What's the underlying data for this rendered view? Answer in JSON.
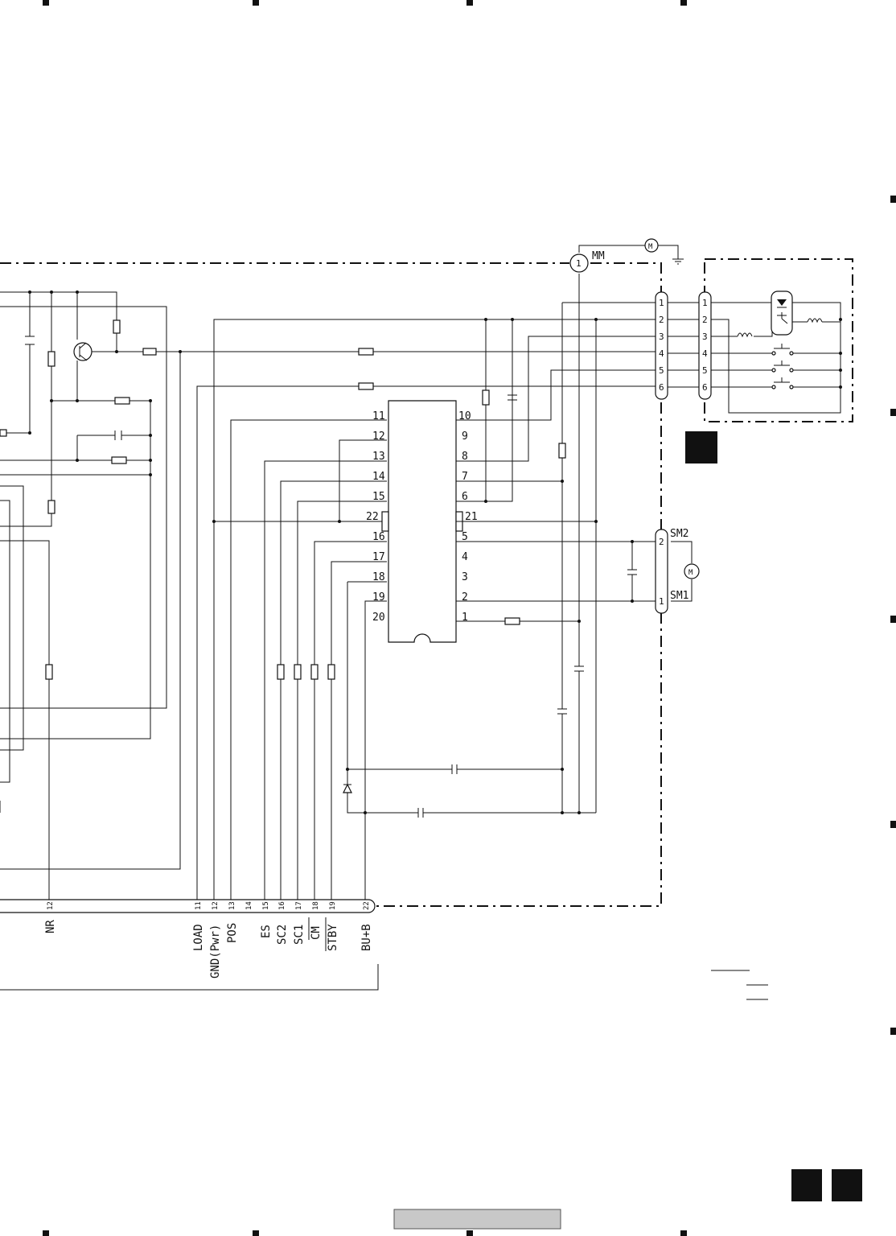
{
  "ic": {
    "left_pins": [
      "11",
      "12",
      "13",
      "14",
      "15",
      "22",
      "16",
      "17",
      "18",
      "19",
      "20"
    ],
    "right_pins": [
      "10",
      "9",
      "8",
      "7",
      "6",
      "21",
      "5",
      "4",
      "3",
      "2",
      "1"
    ]
  },
  "connector_cn1": {
    "pins": [
      "1",
      "2",
      "3",
      "4",
      "5",
      "6"
    ]
  },
  "connector_cn2": {
    "pins": [
      "1",
      "2",
      "3",
      "4",
      "5",
      "6"
    ]
  },
  "motor_mm": {
    "label": "MM",
    "pin": "1"
  },
  "motor_sm": {
    "top_label": "SM2",
    "bottom_label": "SM1",
    "top_pin": "2",
    "bottom_pin": "1"
  },
  "bottom_connector": {
    "signals": [
      {
        "pin": "12",
        "name": "NR"
      },
      {
        "pin": "11",
        "name": "LOAD"
      },
      {
        "pin": "12",
        "name": "GND(Pwr)"
      },
      {
        "pin": "13",
        "name": "POS"
      },
      {
        "pin": "14",
        "name": ""
      },
      {
        "pin": "15",
        "name": "ES"
      },
      {
        "pin": "16",
        "name": "SC2"
      },
      {
        "pin": "17",
        "name": "SC1"
      },
      {
        "pin": "18",
        "name": "CM"
      },
      {
        "pin": "19",
        "name": "STBY"
      },
      {
        "pin": "22",
        "name": "BU+B"
      }
    ]
  },
  "icons": [
    "motor-icon",
    "ground-icon",
    "photo-interrupter-icon",
    "switch-icon",
    "diode-icon"
  ],
  "colors": {
    "ink": "#111111",
    "page_label_bg": "#c8c8c8"
  }
}
